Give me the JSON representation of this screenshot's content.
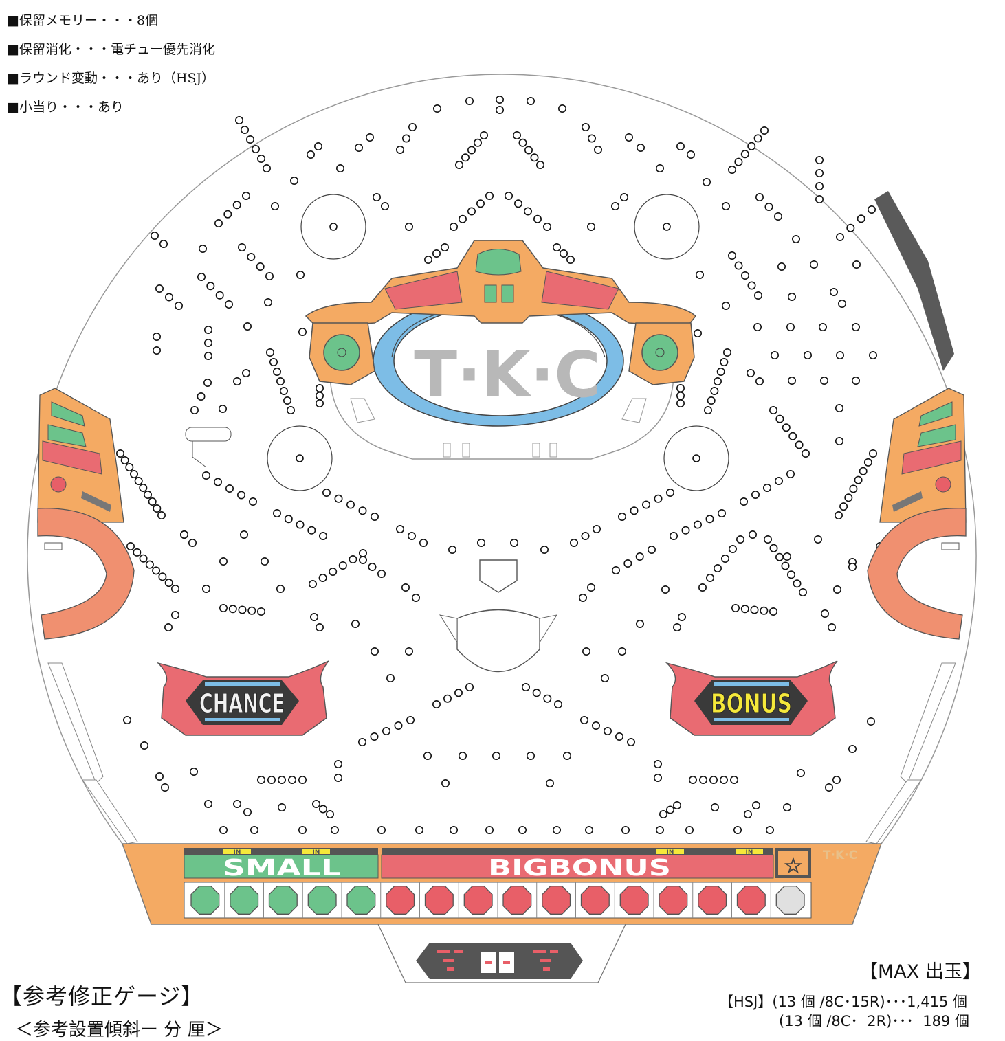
{
  "specs": [
    "■保留メモリー・・・8個",
    "■保留消化・・・電チュー優先消化",
    "■ラウンド変動・・・あり（HSJ）",
    "■小当り・・・あり"
  ],
  "board": {
    "center_logo": "T·K·C",
    "chance_label": "CHANCE",
    "bonus_label": "BONUS",
    "small_label": "SMALL",
    "bigbonus_label": "BIGBONUS",
    "in_tag": "IN",
    "brand_mark": "T·K·C",
    "small_lamp_count": 5,
    "big_lamp_count": 10,
    "colors": {
      "orange": "#f4aa63",
      "green": "#6cc38b",
      "pink": "#e96b72",
      "blue": "#7dbde6",
      "red": "#e85f68",
      "gray_bar": "#5a5a5a",
      "salmon": "#f09070"
    }
  },
  "notes": {
    "title": "【参考修正ゲージ】",
    "subtitle": "＜参考設置傾斜ー 分 厘＞"
  },
  "max": {
    "title": "【MAX 出玉】",
    "line1": "【HSJ】(13 個 /8C･15R)･･･1,415 個",
    "line2": "(13 個 /8C･  2R)･･･  189 個"
  }
}
